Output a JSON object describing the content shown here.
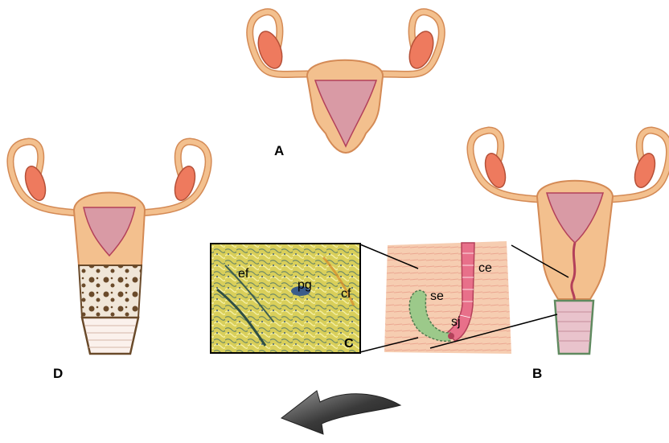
{
  "panels": {
    "a": {
      "label": "A"
    },
    "b": {
      "label": "B"
    },
    "c": {
      "label": "C",
      "inset_labels": {
        "ef": "ef",
        "pg": "pg",
        "cf": "cf"
      }
    },
    "d": {
      "label": "D"
    }
  },
  "detail_labels": {
    "ce": "ce",
    "se": "se",
    "sj": "sj"
  },
  "colors": {
    "uterus_wall": "#f3c08e",
    "uterus_outline": "#d48a55",
    "cavity": "#d99aa5",
    "cavity_outline": "#b3405a",
    "ovary": "#ee7a5e",
    "columnar_epithelium": "#e8708a",
    "squamous_epithelium": "#9cc98a",
    "arrow": "#404040"
  },
  "icons": {
    "transition_arrow": "curved-arrow-icon"
  }
}
